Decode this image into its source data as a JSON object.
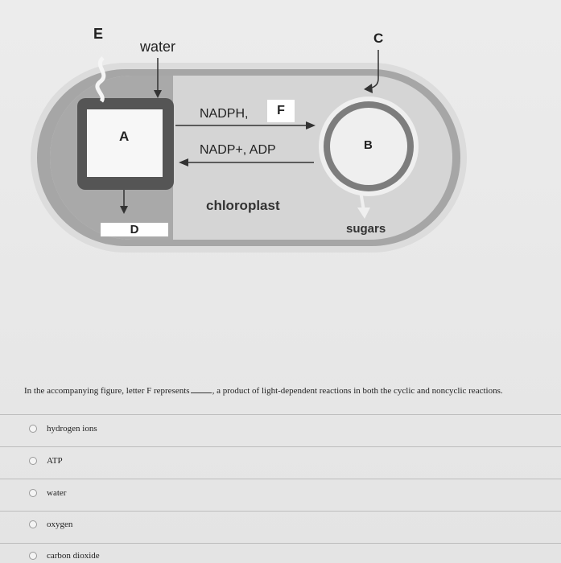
{
  "figure": {
    "labels": {
      "e": "E",
      "water": "water",
      "c": "C",
      "nadph": "NADPH,",
      "f": "F",
      "nadp_adp": "NADP+, ADP",
      "a": "A",
      "b": "B",
      "chloroplast": "chloroplast",
      "d": "D",
      "sugars": "sugars"
    }
  },
  "question": {
    "before_blank": "In the accompanying figure, letter F represents",
    "after_blank": ", a product of light-dependent reactions in both the cyclic and noncyclic reactions."
  },
  "options": [
    {
      "label": "hydrogen ions"
    },
    {
      "label": "ATP"
    },
    {
      "label": "water"
    },
    {
      "label": "oxygen"
    },
    {
      "label": "carbon dioxide"
    }
  ]
}
